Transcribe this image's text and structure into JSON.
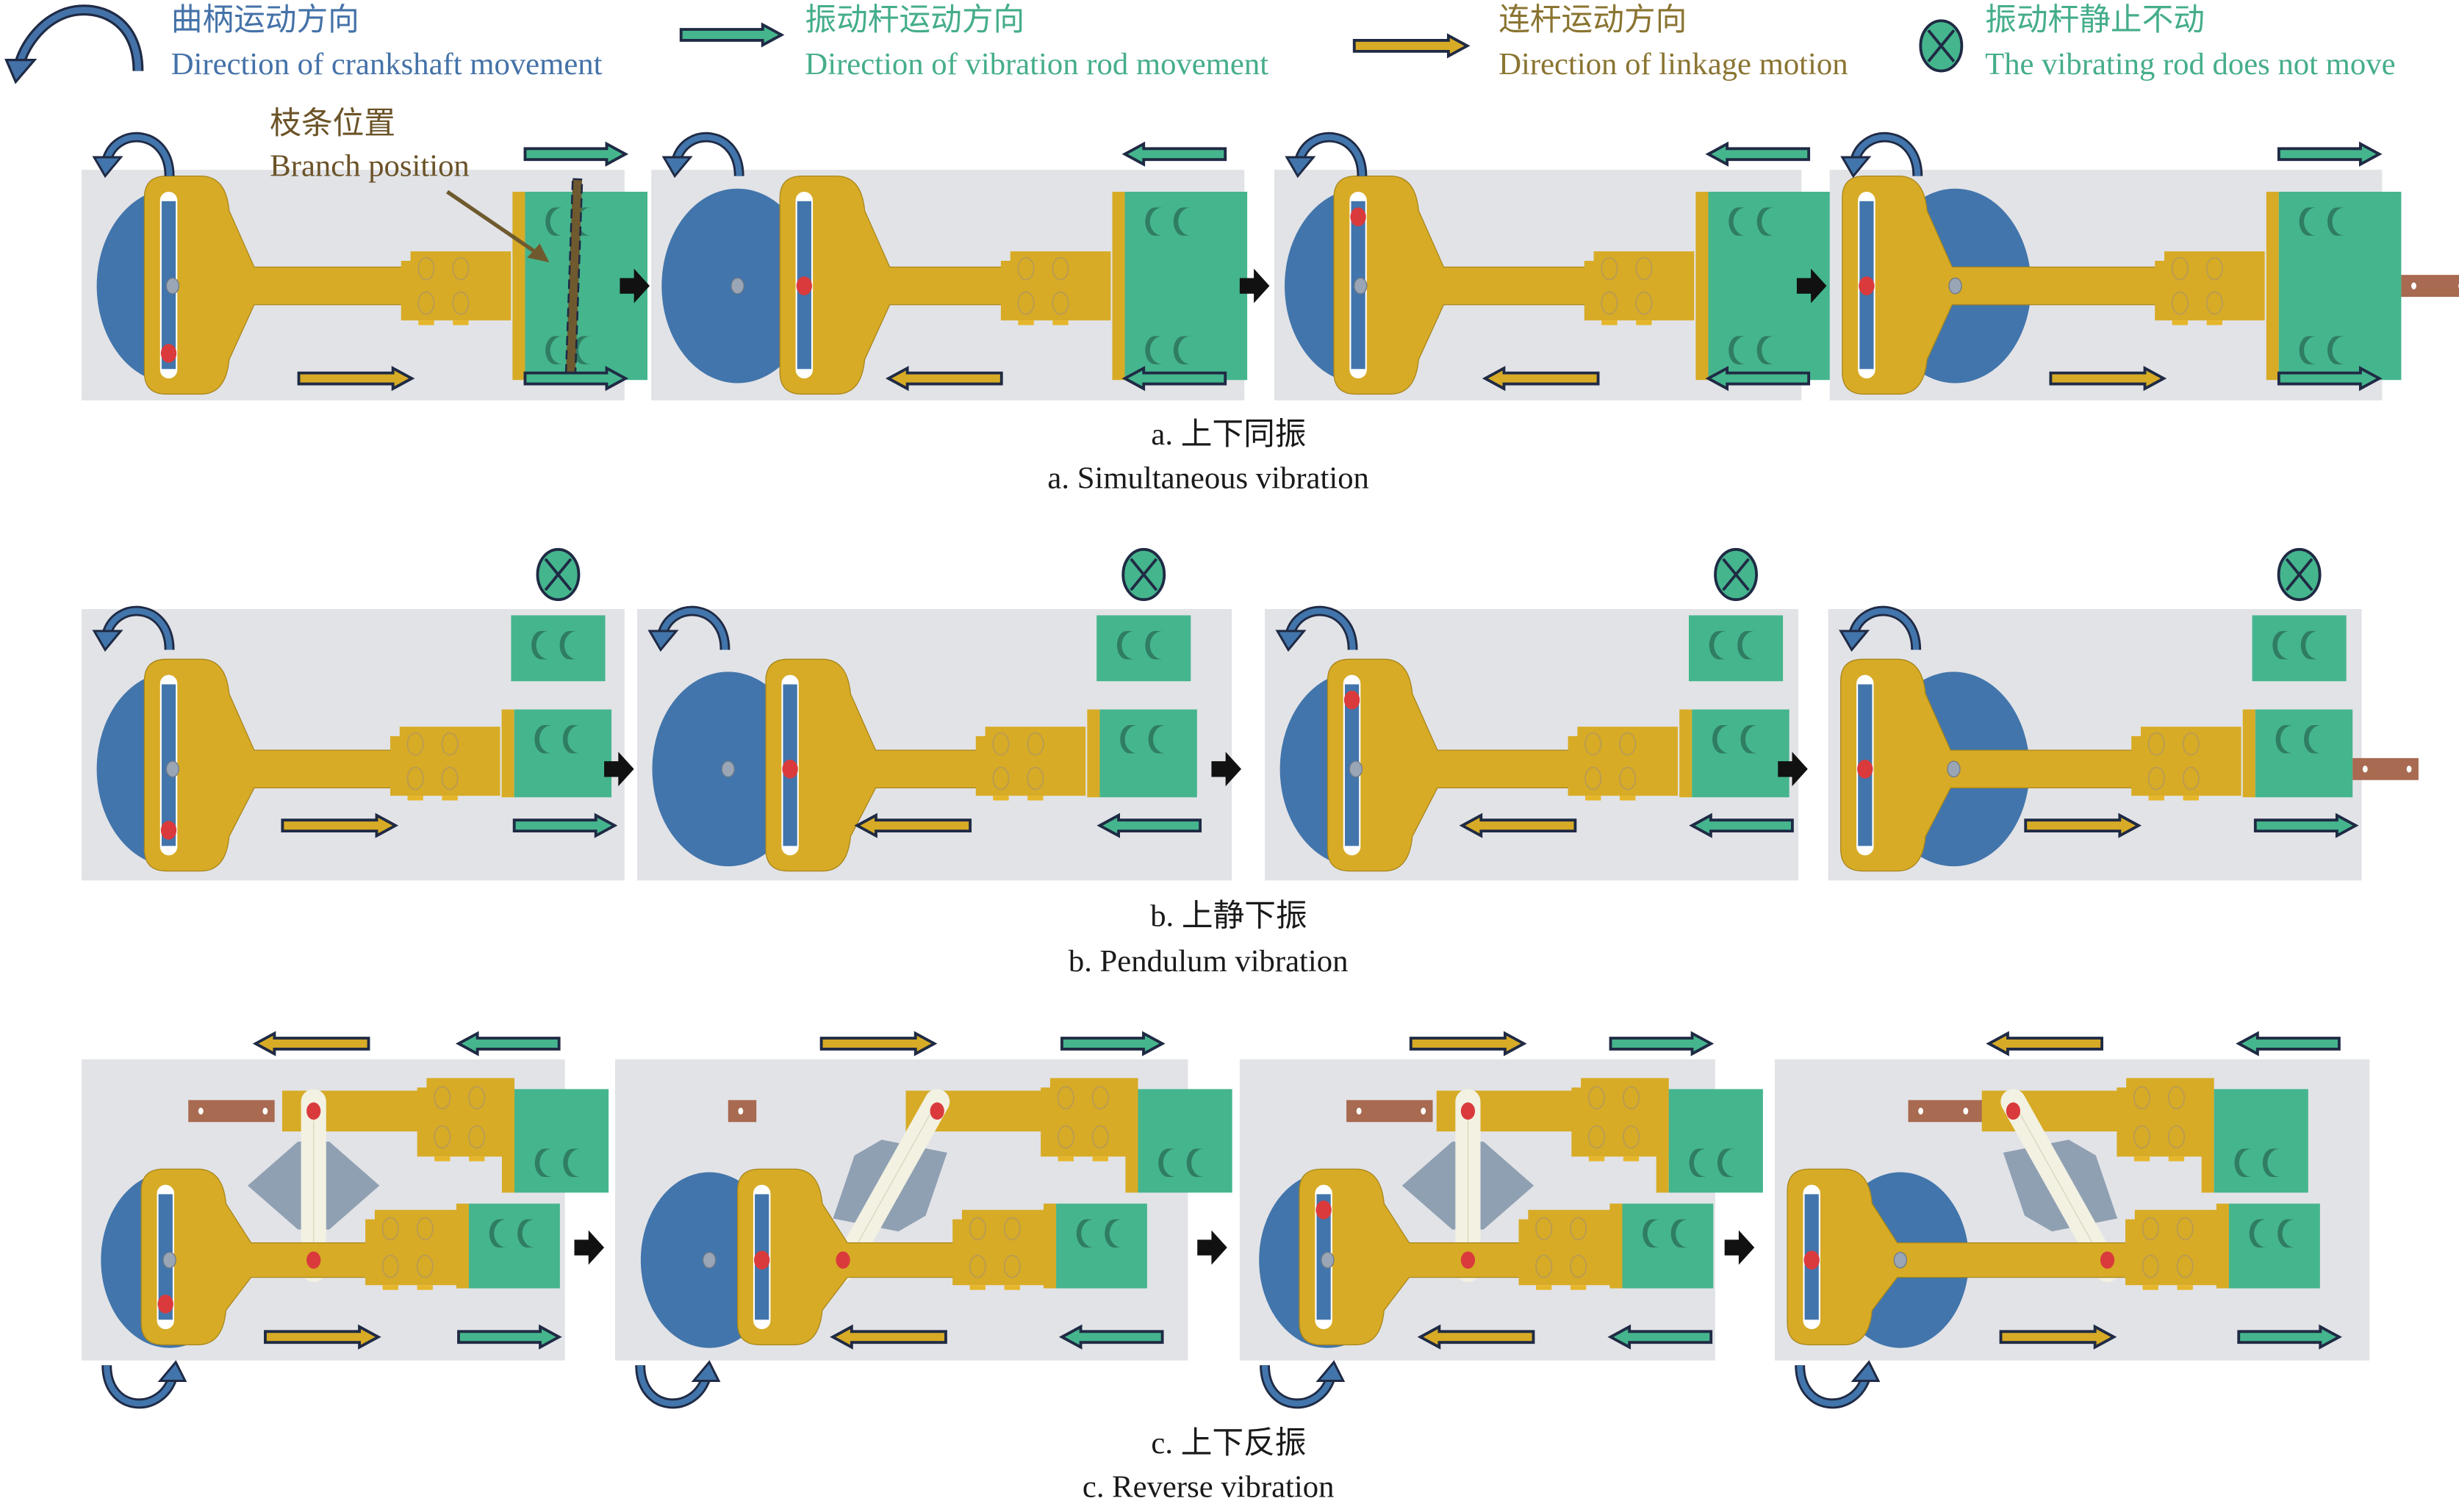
{
  "legend": {
    "crankshaft": {
      "zh": "曲柄运动方向",
      "en": "Direction of crankshaft movement",
      "color": "#4472a8",
      "icon": "curved-arrow-icon"
    },
    "vibration_rod": {
      "zh": "振动杆运动方向",
      "en": "Direction of vibration rod movement",
      "color": "#45ad8c",
      "icon": "teal-arrow-icon"
    },
    "linkage": {
      "zh": "连杆运动方向",
      "en": "Direction of linkage motion",
      "color": "#8a7431",
      "icon": "gold-arrow-icon"
    },
    "stationary": {
      "zh": "振动杆静止不动",
      "en": "The vibrating rod does not move",
      "color": "#45ad8c",
      "icon": "crossed-circle-icon"
    }
  },
  "branch_label": {
    "zh": "枝条位置",
    "en": "Branch position",
    "color": "#6b5328"
  },
  "colors": {
    "panel_bg": "#e2e3e7",
    "disc": "#4275ab",
    "linkage": "#d7ab26",
    "rod": "#45b58d",
    "rod_dark": "#2f7d63",
    "arrow_outline": "#1f2a44",
    "pivot_red": "#da3a3c",
    "pivot_grey": "#9aa6b5",
    "branch": "#6e5a2e",
    "tail": "#a86a50",
    "cam": "#90a0b3",
    "link_bar": "#f2f1e2"
  },
  "rows": [
    {
      "id": "a",
      "caption_zh": "a. 上下同振",
      "caption_en": "a.  Simultaneous vibration",
      "mode": "simultaneous",
      "frames": [
        {
          "pin": "bottom",
          "linkage_dir": "right",
          "rod_dir": "right",
          "top_rod_dir": "right",
          "branch": true,
          "tail": false
        },
        {
          "pin": "right",
          "linkage_dir": "left",
          "rod_dir": "left",
          "top_rod_dir": "left",
          "branch": false,
          "tail": false
        },
        {
          "pin": "top",
          "linkage_dir": "left",
          "rod_dir": "left",
          "top_rod_dir": "left",
          "branch": false,
          "tail": false
        },
        {
          "pin": "left",
          "linkage_dir": "right",
          "rod_dir": "right",
          "top_rod_dir": "right",
          "branch": false,
          "tail": true
        }
      ]
    },
    {
      "id": "b",
      "caption_zh": "b. 上静下振",
      "caption_en": "b.  Pendulum vibration",
      "mode": "pendulum",
      "frames": [
        {
          "pin": "bottom",
          "linkage_dir": "right",
          "rod_dir": "right",
          "top_static": true,
          "tail": false
        },
        {
          "pin": "right",
          "linkage_dir": "left",
          "rod_dir": "left",
          "top_static": true,
          "tail": false
        },
        {
          "pin": "top",
          "linkage_dir": "left",
          "rod_dir": "left",
          "top_static": true,
          "tail": false
        },
        {
          "pin": "left",
          "linkage_dir": "right",
          "rod_dir": "right",
          "top_static": true,
          "tail": true
        }
      ]
    },
    {
      "id": "c",
      "caption_zh": "c. 上下反振",
      "caption_en": "c.  Reverse vibration",
      "mode": "reverse",
      "frames": [
        {
          "pin": "bottom",
          "linkage_dir": "right",
          "rod_dir": "right",
          "top_linkage_dir": "left",
          "top_rod_dir": "left",
          "tilt": 0
        },
        {
          "pin": "right",
          "linkage_dir": "left",
          "rod_dir": "left",
          "top_linkage_dir": "right",
          "top_rod_dir": "right",
          "tilt": 1
        },
        {
          "pin": "top",
          "linkage_dir": "left",
          "rod_dir": "left",
          "top_linkage_dir": "right",
          "top_rod_dir": "right",
          "tilt": 0
        },
        {
          "pin": "left",
          "linkage_dir": "right",
          "rod_dir": "right",
          "top_linkage_dir": "left",
          "top_rod_dir": "left",
          "tilt": -1
        }
      ]
    }
  ]
}
